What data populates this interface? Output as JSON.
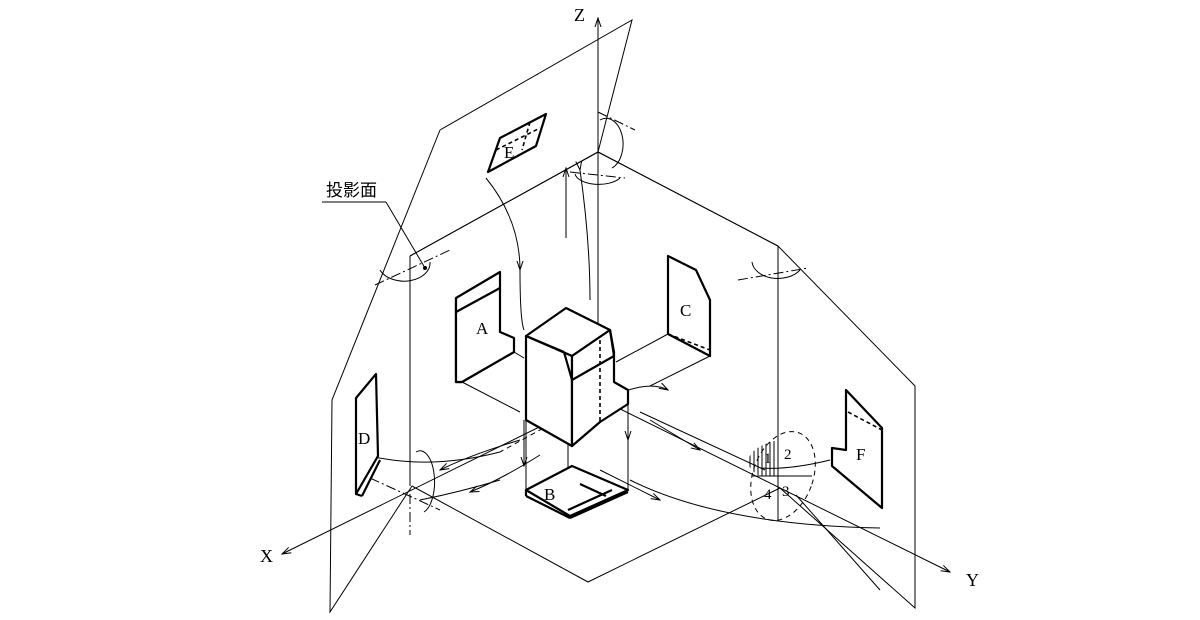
{
  "axes": {
    "x": "X",
    "y": "Y",
    "z": "Z"
  },
  "views": {
    "a": "A",
    "b": "B",
    "c": "C",
    "d": "D",
    "e": "E",
    "f": "F"
  },
  "callout": {
    "projection_plane": "投影面"
  },
  "quadrants": {
    "q1": "1",
    "q2": "2",
    "q3": "3",
    "q4": "4"
  }
}
